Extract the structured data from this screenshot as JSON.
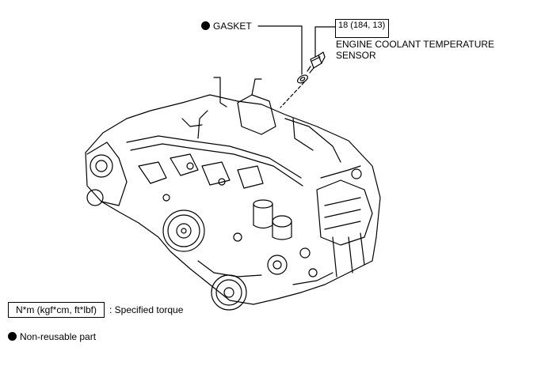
{
  "callouts": {
    "gasket": {
      "label": "GASKET",
      "marker": "non-reusable-dot"
    },
    "sensor": {
      "torque_value": "18 (184, 13)",
      "name_line1": "ENGINE COOLANT TEMPERATURE",
      "name_line2": "SENSOR"
    }
  },
  "legend": {
    "torque_unit_box": "N*m (kgf*cm, ft*lbf)",
    "torque_desc": ": Specified torque",
    "nonreusable_desc": "Non-reusable part"
  }
}
